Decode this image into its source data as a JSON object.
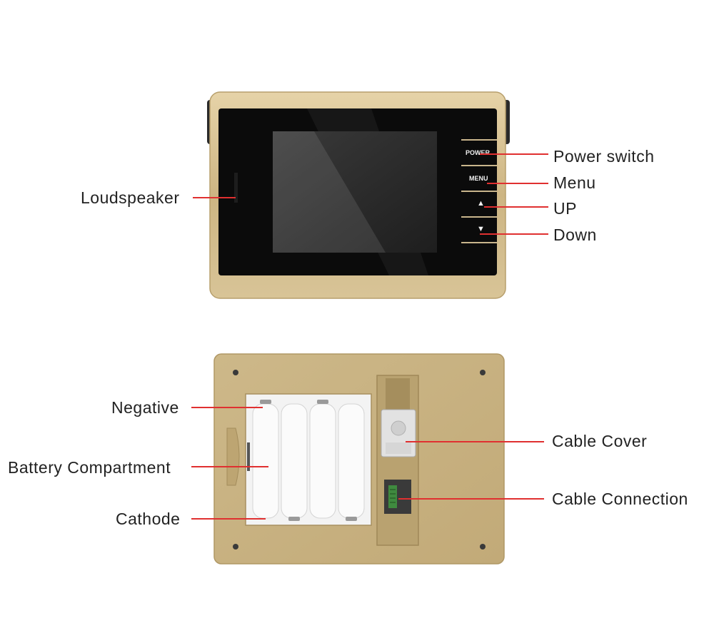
{
  "front": {
    "buttons": {
      "power": "POWER",
      "menu": "MENU",
      "up_symbol": "▲",
      "down_symbol": "▼"
    }
  },
  "labels": {
    "power_switch": "Power switch",
    "menu": "Menu",
    "up": "UP",
    "down": "Down",
    "loudspeaker": "Loudspeaker",
    "negative": "Negative",
    "battery_compartment": "Battery Compartment",
    "cathode": "Cathode",
    "cable_cover": "Cable Cover",
    "cable_connection": "Cable Connection"
  },
  "colors": {
    "leader_line": "#e03030",
    "housing": "#cfb98a",
    "screen": "#0a0a0a",
    "label_text": "#222222"
  }
}
